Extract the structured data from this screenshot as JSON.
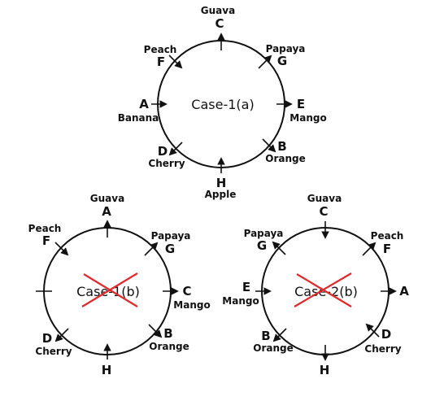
{
  "diagrams": [
    {
      "case_label": "Case-1(a)",
      "crossed_out": false,
      "positions": [
        {
          "letter": "C",
          "fruit": "Guava"
        },
        {
          "letter": "G",
          "fruit": "Papaya"
        },
        {
          "letter": "E",
          "fruit": "Mango"
        },
        {
          "letter": "B",
          "fruit": "Orange"
        },
        {
          "letter": "H",
          "fruit": "Apple"
        },
        {
          "letter": "D",
          "fruit": "Cherry"
        },
        {
          "letter": "A",
          "fruit": "Banana"
        },
        {
          "letter": "F",
          "fruit": "Peach"
        }
      ]
    },
    {
      "case_label": "Case-1(b)",
      "crossed_out": true,
      "positions": [
        {
          "letter": "A",
          "fruit": "Guava"
        },
        {
          "letter": "G",
          "fruit": "Papaya"
        },
        {
          "letter": "C",
          "fruit": "Mango"
        },
        {
          "letter": "B",
          "fruit": "Orange"
        },
        {
          "letter": "H",
          "fruit": ""
        },
        {
          "letter": "D",
          "fruit": "Cherry"
        },
        {
          "letter": "",
          "fruit": ""
        },
        {
          "letter": "F",
          "fruit": "Peach"
        }
      ]
    },
    {
      "case_label": "Case-2(b)",
      "crossed_out": true,
      "positions": [
        {
          "letter": "C",
          "fruit": "Guava"
        },
        {
          "letter": "F",
          "fruit": "Peach"
        },
        {
          "letter": "A",
          "fruit": ""
        },
        {
          "letter": "D",
          "fruit": "Cherry"
        },
        {
          "letter": "H",
          "fruit": ""
        },
        {
          "letter": "B",
          "fruit": "Orange"
        },
        {
          "letter": "E",
          "fruit": "Mango"
        },
        {
          "letter": "G",
          "fruit": "Papaya"
        }
      ]
    }
  ],
  "colors": {
    "stroke": "#111111",
    "cross": "#e0292b"
  }
}
